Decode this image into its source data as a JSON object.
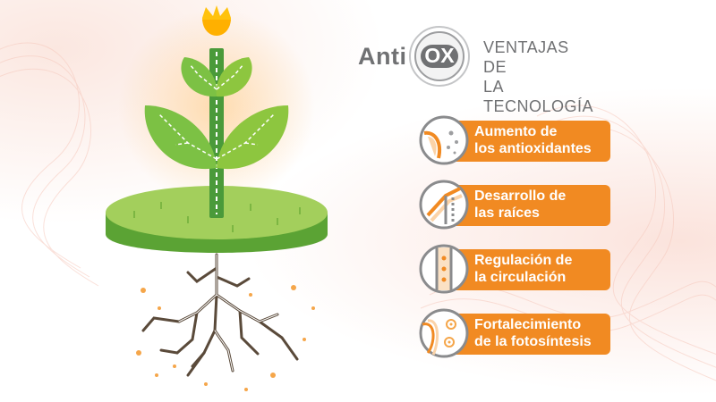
{
  "logo": {
    "anti": "Anti",
    "ox": "OX",
    "subtitle_line1": "VENTAJAS DE",
    "subtitle_line2": "LA TECNOLOGÍA"
  },
  "benefits": [
    {
      "line1": "Aumento de",
      "line2": "los antioxidantes",
      "icon": "antioxidant-cell-icon"
    },
    {
      "line1": "Desarrollo de",
      "line2": "las raíces",
      "icon": "root-development-icon"
    },
    {
      "line1": "Regulación de",
      "line2": "la circulación",
      "icon": "circulation-vessel-icon"
    },
    {
      "line1": "Fortalecimiento",
      "line2": "de la fotosíntesis",
      "icon": "photosynthesis-cell-icon"
    }
  ],
  "colors": {
    "orange": "#f18a22",
    "gray": "#707173",
    "green": "#8dc63f",
    "dark_green": "#4a9a3a",
    "yellow": "#ffc20e"
  }
}
